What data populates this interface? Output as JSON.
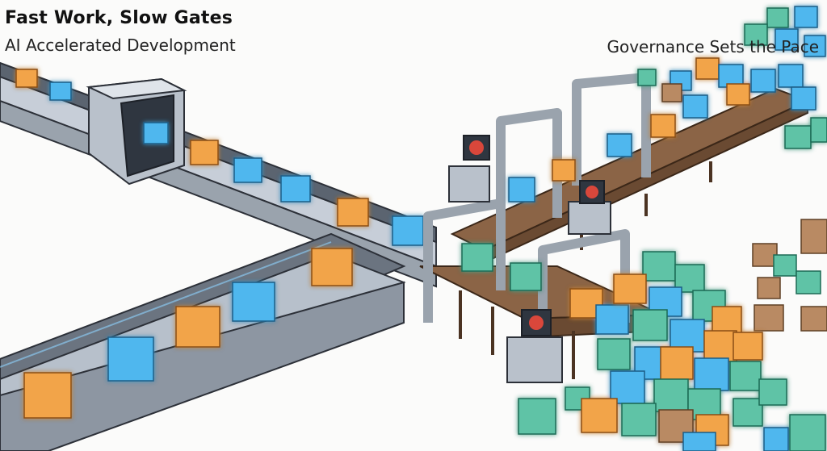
{
  "heading": {
    "title": "Fast Work, Slow Gates",
    "subtitle": "AI Accelerated Development"
  },
  "caption": {
    "right": "Governance Sets the Pace"
  },
  "colors": {
    "orange_box": "#f2a44a",
    "blue_box": "#4fb7ee",
    "teal_box": "#5fc3a6",
    "brown_box": "#b98a63",
    "belt_steel": "#8f98a6",
    "belt_wood": "#7a5438",
    "gate_frame": "#9aa3ad",
    "stop_sign": "#d9473b"
  },
  "icons": {
    "gate_screen": "stop-sign-icon"
  }
}
